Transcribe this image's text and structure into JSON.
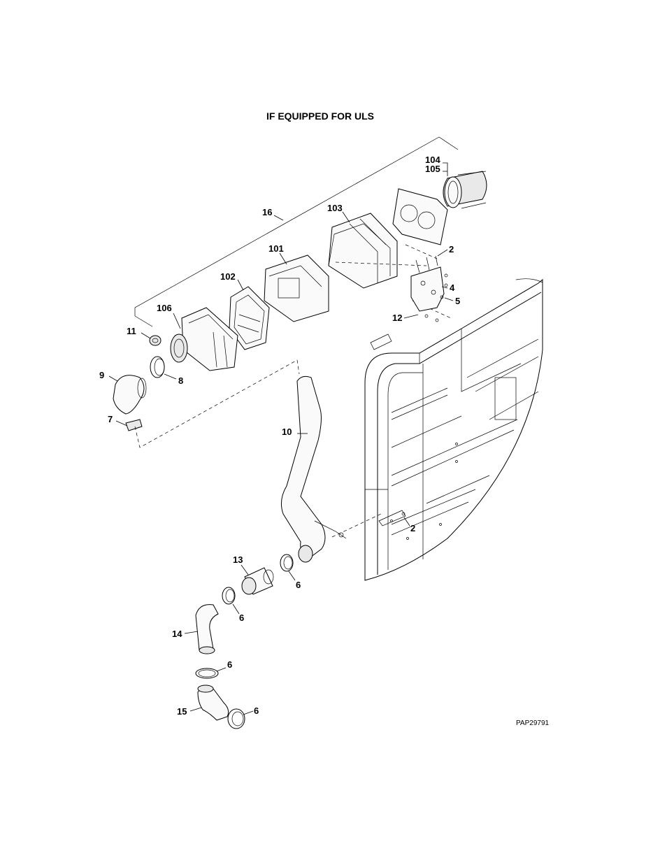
{
  "title": "IF EQUIPPED FOR ULS",
  "drawing_id": "PAP29791",
  "callouts": {
    "c104": "104",
    "c105": "105",
    "c16": "16",
    "c103": "103",
    "c2a": "2",
    "c101": "101",
    "c102": "102",
    "c4": "4",
    "c5": "5",
    "c106": "106",
    "c12": "12",
    "c11": "11",
    "c9": "9",
    "c8": "8",
    "c7": "7",
    "c10": "10",
    "c2b": "2",
    "c13": "13",
    "c6a": "6",
    "c6b": "6",
    "c14": "14",
    "c6c": "6",
    "c15": "15",
    "c6d": "6"
  }
}
